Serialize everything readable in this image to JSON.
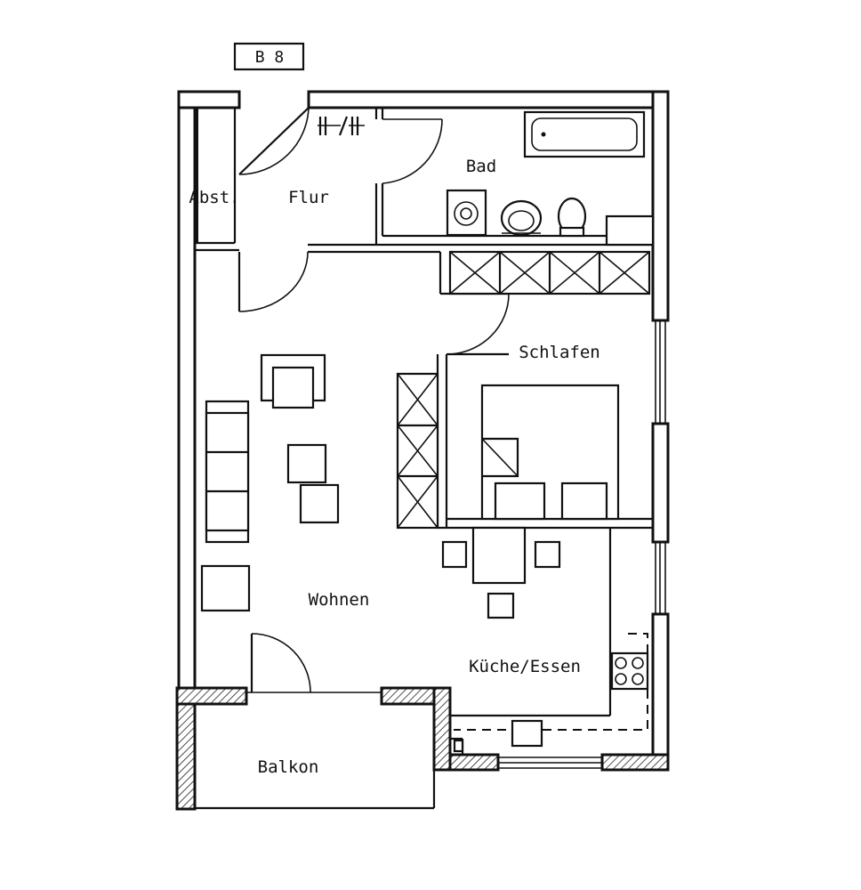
{
  "plan": {
    "unit_tag": "B 8",
    "rooms": {
      "abst": "Abst.",
      "flur": "Flur",
      "bad": "Bad",
      "schlafen": "Schlafen",
      "wohnen": "Wohnen",
      "kueche_essen": "Küche/Essen",
      "balkon": "Balkon"
    }
  }
}
